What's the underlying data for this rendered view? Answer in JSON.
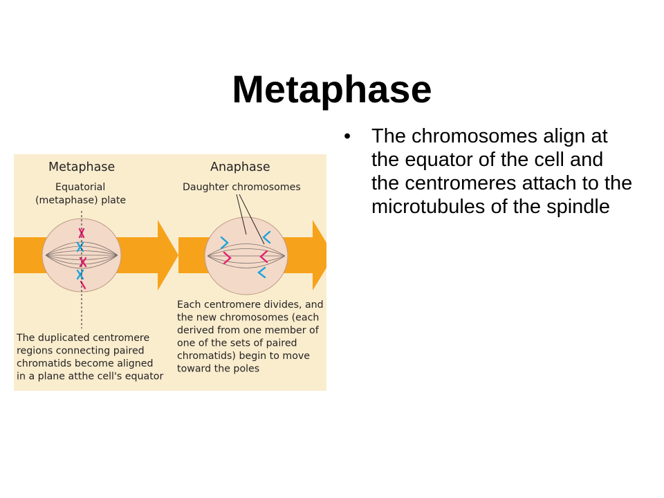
{
  "slide": {
    "title": "Metaphase",
    "bullets": [
      {
        "marker": "•",
        "text": "The chromosomes align at the equator of the cell and the centromeres attach to the microtubules of the spindle"
      }
    ]
  },
  "figure": {
    "colors": {
      "background": "#f9edce",
      "arrow": "#f7a21b",
      "cell": "#f3d9c7",
      "chromosome_pink": "#e2206f",
      "chromosome_blue": "#1aa3de"
    },
    "metaphase_heading": "Metaphase",
    "anaphase_heading": "Anaphase",
    "metaphase_label": [
      "Equatorial",
      "(metaphase) plate"
    ],
    "anaphase_label": "Daughter chromosomes",
    "metaphase_caption": [
      "The duplicated centromere",
      "regions connecting paired",
      "chromatids become aligned",
      "in a plane atthe cell's equator"
    ],
    "anaphase_caption": [
      "Each centromere divides, and",
      "the new chromosomes (each",
      "derived from one member of",
      "one of the sets of paired",
      "chromatids) begin to move",
      "toward the poles"
    ]
  }
}
